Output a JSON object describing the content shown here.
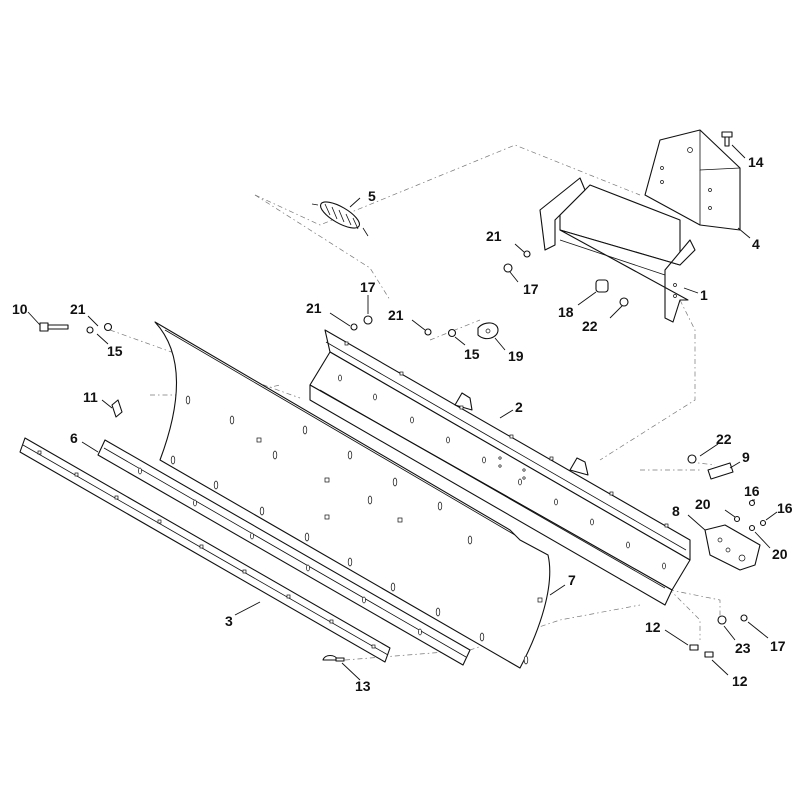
{
  "callouts": [
    {
      "id": "c1",
      "label": "1"
    },
    {
      "id": "c2",
      "label": "2"
    },
    {
      "id": "c3",
      "label": "3"
    },
    {
      "id": "c4",
      "label": "4"
    },
    {
      "id": "c5",
      "label": "5"
    },
    {
      "id": "c6",
      "label": "6"
    },
    {
      "id": "c7",
      "label": "7"
    },
    {
      "id": "c8",
      "label": "8"
    },
    {
      "id": "c9",
      "label": "9"
    },
    {
      "id": "c10",
      "label": "10"
    },
    {
      "id": "c11",
      "label": "11"
    },
    {
      "id": "c12a",
      "label": "12"
    },
    {
      "id": "c12b",
      "label": "12"
    },
    {
      "id": "c13",
      "label": "13"
    },
    {
      "id": "c14",
      "label": "14"
    },
    {
      "id": "c15a",
      "label": "15"
    },
    {
      "id": "c15b",
      "label": "15"
    },
    {
      "id": "c16a",
      "label": "16"
    },
    {
      "id": "c16b",
      "label": "16"
    },
    {
      "id": "c17a",
      "label": "17"
    },
    {
      "id": "c17b",
      "label": "17"
    },
    {
      "id": "c17c",
      "label": "17"
    },
    {
      "id": "c18",
      "label": "18"
    },
    {
      "id": "c19",
      "label": "19"
    },
    {
      "id": "c20a",
      "label": "20"
    },
    {
      "id": "c20b",
      "label": "20"
    },
    {
      "id": "c21a",
      "label": "21"
    },
    {
      "id": "c21b",
      "label": "21"
    },
    {
      "id": "c21c",
      "label": "21"
    },
    {
      "id": "c21d",
      "label": "21"
    },
    {
      "id": "c22a",
      "label": "22"
    },
    {
      "id": "c22b",
      "label": "22"
    },
    {
      "id": "c23",
      "label": "23"
    }
  ]
}
